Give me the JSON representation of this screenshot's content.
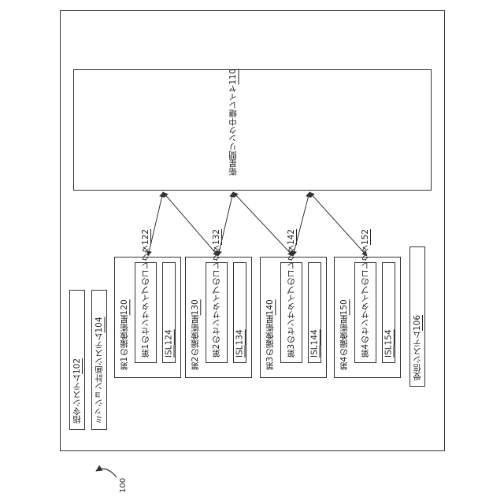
{
  "figure_number": "100",
  "relay": {
    "line1": "衛星間リンク",
    "line2_text": "中継レイヤ",
    "line2_num": "110"
  },
  "command_system": {
    "text": "指令システム",
    "num": "102"
  },
  "mission_system": {
    "text": "ミッション計画システム",
    "num": "104"
  },
  "receive_system": {
    "text": "受信システム",
    "num": "106"
  },
  "satellites": [
    {
      "title": "第1の撮像衛星",
      "title_num": "120",
      "coll_line1": "第1のセンサタイプの",
      "coll_line2": "コレクタ",
      "coll_num": "122",
      "isl_text": "ISL",
      "isl_num": "124"
    },
    {
      "title": "第2の撮像衛星",
      "title_num": "130",
      "coll_line1": "第2のセンサタイプの",
      "coll_line2": "コレクタ",
      "coll_num": "132",
      "isl_text": "ISL",
      "isl_num": "134"
    },
    {
      "title": "第3の撮像衛星",
      "title_num": "140",
      "coll_line1": "第3のセンサタイプの",
      "coll_line2": "コレクタ",
      "coll_num": "142",
      "isl_text": "ISL",
      "isl_num": "144"
    },
    {
      "title": "第4の撮像衛星",
      "title_num": "150",
      "coll_line1": "第4のセンサタイプの",
      "coll_line2": "コレクタ",
      "coll_num": "152",
      "isl_text": "ISL",
      "isl_num": "154"
    }
  ]
}
